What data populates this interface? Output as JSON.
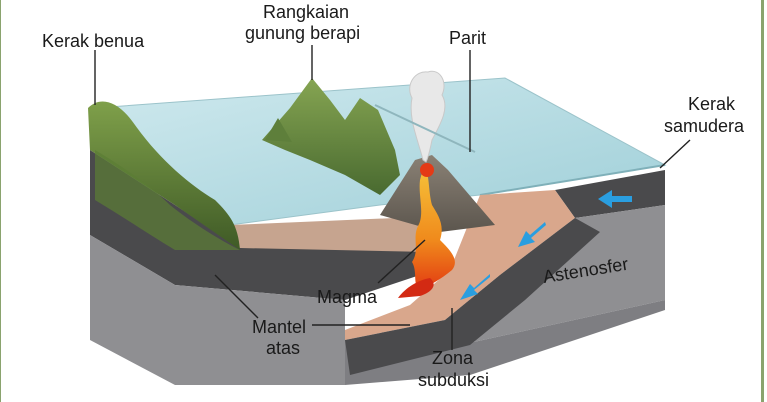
{
  "labels": {
    "continental_crust": "Kerak benua",
    "volcanic_chain_line1": "Rangkaian",
    "volcanic_chain_line2": "gunung berapi",
    "trench": "Parit",
    "oceanic_crust_line1": "Kerak",
    "oceanic_crust_line2": "samudera",
    "asthenosphere": "Astenosfer",
    "magma": "Magma",
    "upper_mantle_line1": "Mantel",
    "upper_mantle_line2": "atas",
    "subduction_zone_line1": "Zona",
    "subduction_zone_line2": "subduksi"
  },
  "colors": {
    "frame_border": "#8aa36e",
    "water": "#b8dde3",
    "crust_dark": "#4a4a4c",
    "mantle_gray": "#8f8f92",
    "slab_tan": "#d9a78c",
    "land_green": "#6f8f3e",
    "magma_orange": "#f07a1a",
    "arrow_blue": "#2a9ee0"
  }
}
